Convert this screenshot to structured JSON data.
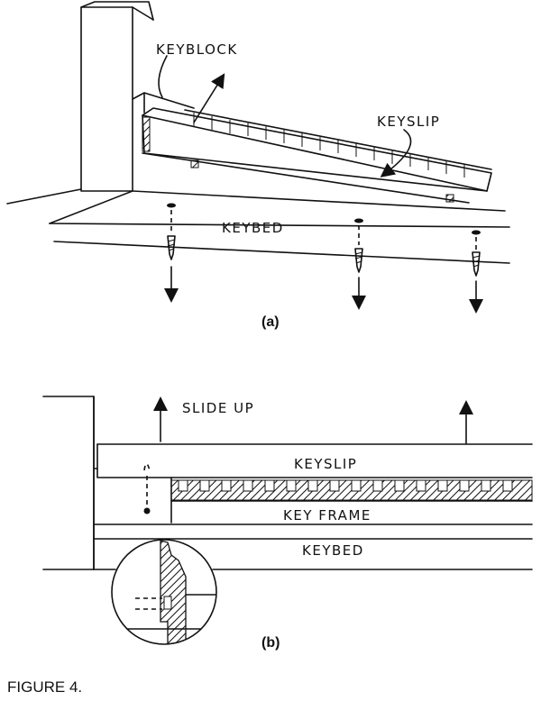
{
  "panel_a": {
    "label_keyblock": "KEYBLOCK",
    "label_keyslip": "KEYSLIP",
    "label_keybed": "KEYBED",
    "sublabel": "(a)"
  },
  "panel_b": {
    "label_slide_up": "SLIDE UP",
    "label_keyslip": "KEYSLIP",
    "label_key_frame": "KEY FRAME",
    "label_keybed": "KEYBED",
    "sublabel": "(b)"
  },
  "caption": "FIGURE 4."
}
